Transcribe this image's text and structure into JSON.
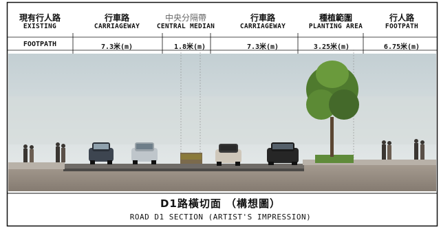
{
  "header": {
    "existing_footpath": {
      "zh": "現有行人路",
      "en": "EXISTING",
      "en2": "FOOTPATH"
    },
    "carriageway_left": {
      "zh": "行車路",
      "en": "CARRIAGEWAY"
    },
    "central_median": {
      "zh": "中央分隔帶",
      "en": "CENTRAL MEDIAN"
    },
    "carriageway_right": {
      "zh": "行車路",
      "en": "CARRIAGEWAY"
    },
    "planting_area": {
      "zh": "種植範圍",
      "en": "PLANTING AREA"
    },
    "footpath": {
      "zh": "行人路",
      "en": "FOOTPATH"
    }
  },
  "dimensions": {
    "carriageway_left": "7.3米(m)",
    "central_median": "1.8米(m)",
    "carriageway_right": "7.3米(m)",
    "planting_area": "3.25米(m)",
    "footpath": "6.75米(m)"
  },
  "caption": {
    "zh": "D1路橫切面 （構想圖）",
    "en": "ROAD D1 SECTION (ARTIST'S IMPRESSION)"
  },
  "colors": {
    "sky": "#c9d3d6",
    "road": "#8a8581",
    "ground": "#9a8f84",
    "tree": "#4f7a2e",
    "frame": "#111111"
  }
}
